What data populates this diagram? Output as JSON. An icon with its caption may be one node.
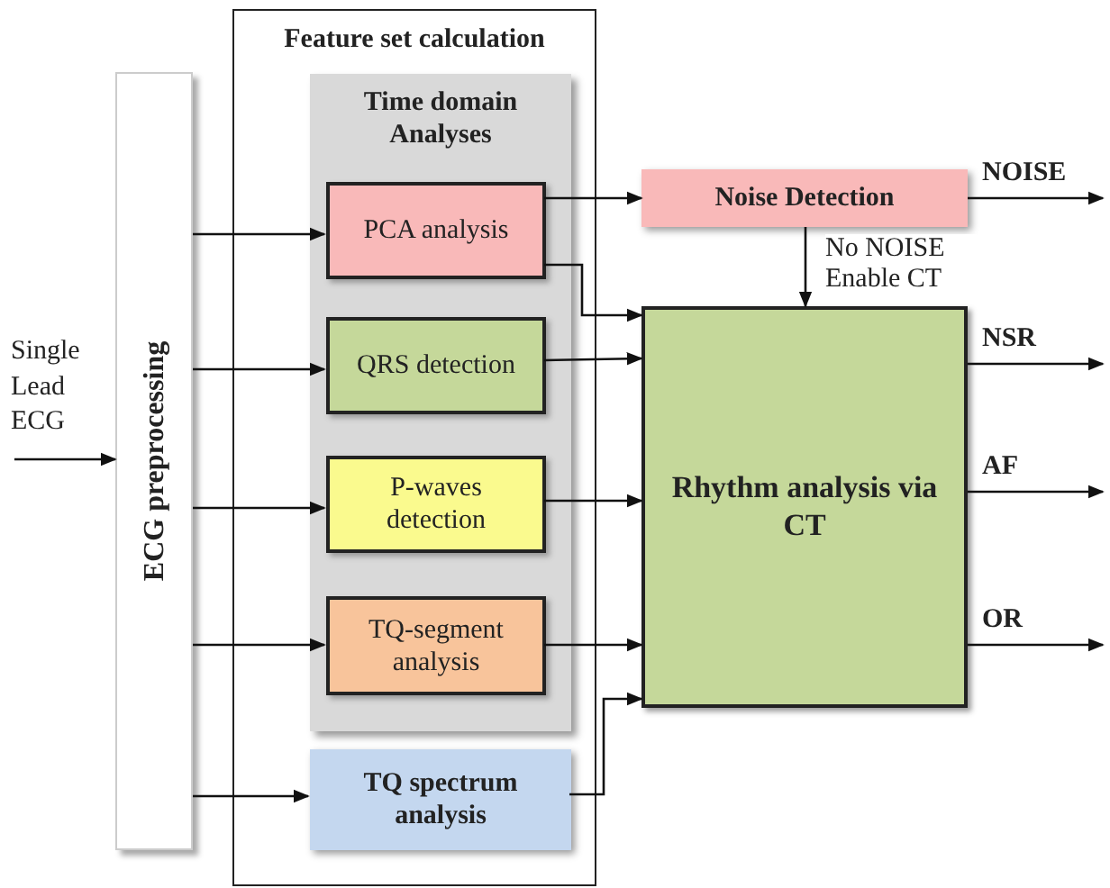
{
  "diagram": {
    "nodes": [
      {
        "text": [
          "Single Lead ECG"
        ]
      },
      {
        "text": [
          "ECG preprocessing"
        ]
      },
      {
        "text": [
          "Feature set calculation"
        ]
      },
      {
        "text": [
          "Time domain Analyses"
        ],
        "in": 2
      },
      {
        "text": [
          "PCA analysis"
        ],
        "in": 3
      },
      {
        "text": [
          "QRS detection"
        ],
        "in": 3
      },
      {
        "text": [
          "P-waves detection"
        ],
        "in": 3
      },
      {
        "text": [
          "TQ-segment analysis"
        ],
        "in": 3
      },
      {
        "text": [
          "TQ spectrum analysis"
        ],
        "in": 2
      },
      {
        "text": [
          "Noise Detection"
        ]
      },
      {
        "text": [
          "Rhythm analysis via CT"
        ]
      }
    ],
    "edges": [
      {
        "from": 0,
        "to": 1,
        "arrow": "to"
      },
      {
        "from": 1,
        "to": 4,
        "arrow": "to"
      },
      {
        "from": 1,
        "to": 5,
        "arrow": "to"
      },
      {
        "from": 1,
        "to": 6,
        "arrow": "to"
      },
      {
        "from": 1,
        "to": 7,
        "arrow": "to"
      },
      {
        "from": 1,
        "to": 8,
        "arrow": "to"
      },
      {
        "from": 4,
        "to": 9,
        "arrow": "to"
      },
      {
        "from": 4,
        "to": 10,
        "arrow": "to"
      },
      {
        "from": 5,
        "to": 10,
        "arrow": "to"
      },
      {
        "from": 6,
        "to": 10,
        "arrow": "to"
      },
      {
        "from": 7,
        "to": 10,
        "arrow": "to"
      },
      {
        "from": 8,
        "to": 10,
        "arrow": "to"
      },
      {
        "from": 9,
        "to": 10,
        "arrow": "to",
        "label": "No NOISE Enable CT"
      },
      {
        "from": 9,
        "to": null,
        "arrow": "to",
        "label": "NOISE"
      },
      {
        "from": 10,
        "to": null,
        "arrow": "to",
        "label": "NSR"
      },
      {
        "from": 10,
        "to": null,
        "arrow": "to",
        "label": "AF"
      },
      {
        "from": 10,
        "to": null,
        "arrow": "to",
        "label": "OR"
      }
    ]
  }
}
